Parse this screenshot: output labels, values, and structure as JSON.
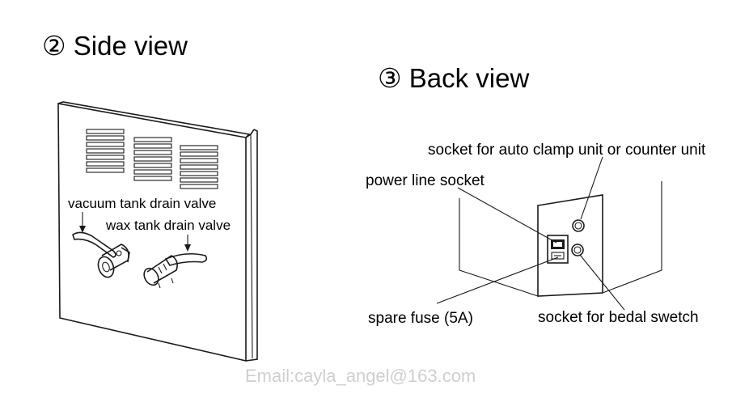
{
  "side_view": {
    "title": "② Side view",
    "labels": {
      "vacuum": "vacuum tank drain valve",
      "wax": "wax tank drain valve"
    }
  },
  "back_view": {
    "title": "③ Back view",
    "labels": {
      "auto_clamp": "socket for auto clamp unit or counter unit",
      "power": "power line socket",
      "fuse": "spare fuse (5A)",
      "pedal": "socket for bedal swetch"
    }
  },
  "watermark": "Email:cayla_angel@163.com"
}
